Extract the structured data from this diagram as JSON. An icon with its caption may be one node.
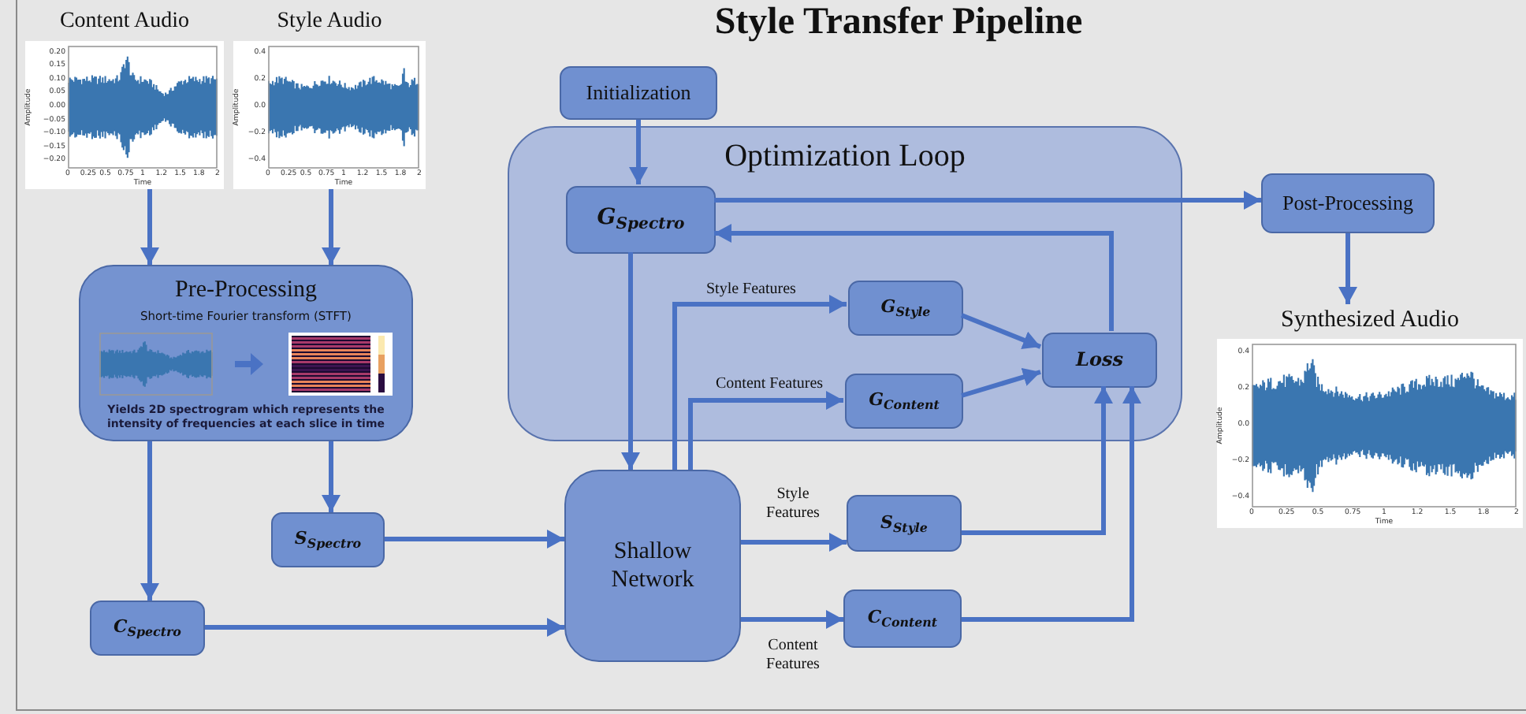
{
  "diagram": {
    "title": "Style Transfer Pipeline",
    "nodes": [
      {
        "text": [
          "Content Audio"
        ]
      },
      {
        "text": [
          "Style Audio"
        ]
      },
      {
        "text": [
          "Initialization"
        ]
      },
      {
        "text": [
          "Optimization Loop"
        ]
      },
      {
        "text": [
          "G$_{Spectro}$"
        ],
        "in": 3
      },
      {
        "text": [
          "G$_{Style}$"
        ],
        "in": 3
      },
      {
        "text": [
          "Loss"
        ],
        "in": 3
      },
      {
        "text": [
          "G$_{Content}$"
        ],
        "in": 3
      },
      {
        "text": [
          "Post-Processing"
        ]
      },
      {
        "text": [
          "Synthesized Audio"
        ]
      },
      {
        "text": [
          "Pre-Processing",
          "Short-time Fourier transform (STFT)",
          "Yields 2D spectrogram which represents the intensity of frequencies at each slice in time"
        ]
      },
      {
        "text": [
          "S$_{Spectro}$"
        ]
      },
      {
        "text": [
          "Shallow Network"
        ]
      },
      {
        "text": [
          "S$_{Style}$"
        ]
      },
      {
        "text": [
          "C$_{Spectro}$"
        ]
      },
      {
        "text": [
          "C$_{Content}$"
        ]
      }
    ],
    "edges": [
      {
        "from": 0,
        "to": 10,
        "arrow": "to"
      },
      {
        "from": 1,
        "to": 10,
        "arrow": "to"
      },
      {
        "from": 2,
        "to": 4,
        "arrow": "to"
      },
      {
        "from": 4,
        "to": 8,
        "arrow": "to"
      },
      {
        "from": 6,
        "to": 4,
        "arrow": "to"
      },
      {
        "from": 4,
        "to": 12,
        "arrow": "to"
      },
      {
        "from": 12,
        "to": 5,
        "arrow": "to",
        "label": "Style Features"
      },
      {
        "from": 12,
        "to": 7,
        "arrow": "to",
        "label": "Content Features"
      },
      {
        "from": 5,
        "to": 6,
        "arrow": "to"
      },
      {
        "from": 7,
        "to": 6,
        "arrow": "to"
      },
      {
        "from": 8,
        "to": 9,
        "arrow": "to"
      },
      {
        "from": 10,
        "to": 11,
        "arrow": "to"
      },
      {
        "from": 10,
        "to": 14,
        "arrow": "to"
      },
      {
        "from": 11,
        "to": 12,
        "arrow": "to"
      },
      {
        "from": 14,
        "to": 12,
        "arrow": "to"
      },
      {
        "from": 12,
        "to": 13,
        "arrow": "to",
        "label": "Style Features"
      },
      {
        "from": 12,
        "to": 15,
        "arrow": "to",
        "label": "Content Features"
      },
      {
        "from": 13,
        "to": 6,
        "arrow": "to"
      },
      {
        "from": 15,
        "to": 6,
        "arrow": "to"
      }
    ],
    "labels": [
      "0.20",
      "0.15",
      "0.10",
      "0.05",
      "0.00",
      "−0.05",
      "−0.10",
      "−0.15",
      "−0.20",
      "0",
      "0.25",
      "0.5",
      "0.75",
      "1",
      "1.2",
      "1.5",
      "1.8",
      "2",
      "Amplitude",
      "Time",
      "0.4",
      "0.2",
      "0.0",
      "−0.2",
      "−0.4",
      "0",
      "0.25",
      "0.5",
      "0.75",
      "1",
      "1.2",
      "1.5",
      "1.8",
      "2",
      "Amplitude",
      "Time",
      "0.4",
      "0.2",
      "0.0",
      "−0.2",
      "−0.4",
      "0",
      "0.25",
      "0.5",
      "0.75",
      "1",
      "1.2",
      "1.5",
      "1.8",
      "2",
      "Amplitude",
      "Time"
    ]
  }
}
